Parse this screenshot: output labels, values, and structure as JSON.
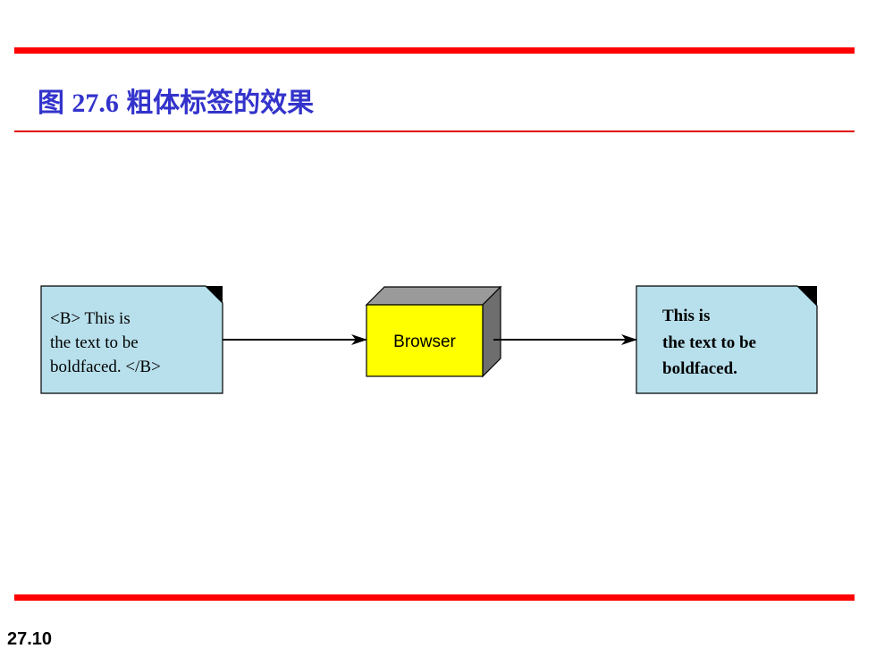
{
  "header": {
    "title_prefix": "图",
    "title_number": "27.6",
    "title_text": "粗体标签的效果"
  },
  "diagram": {
    "input_document": {
      "lines": [
        "<B> This is",
        "the text to be",
        "boldfaced. </B>"
      ]
    },
    "browser": {
      "label": "Browser"
    },
    "output_document": {
      "lines": [
        "This is",
        "the text to be",
        "boldfaced."
      ]
    },
    "colors": {
      "document_fill": "#b8e0ec",
      "browser_front": "#ffff00",
      "browser_top": "#9a9a9a",
      "browser_side": "#6e6e6e",
      "accent_bar": "#ff0000",
      "title": "#3333cc"
    }
  },
  "footer": {
    "page_number": "27.10"
  }
}
